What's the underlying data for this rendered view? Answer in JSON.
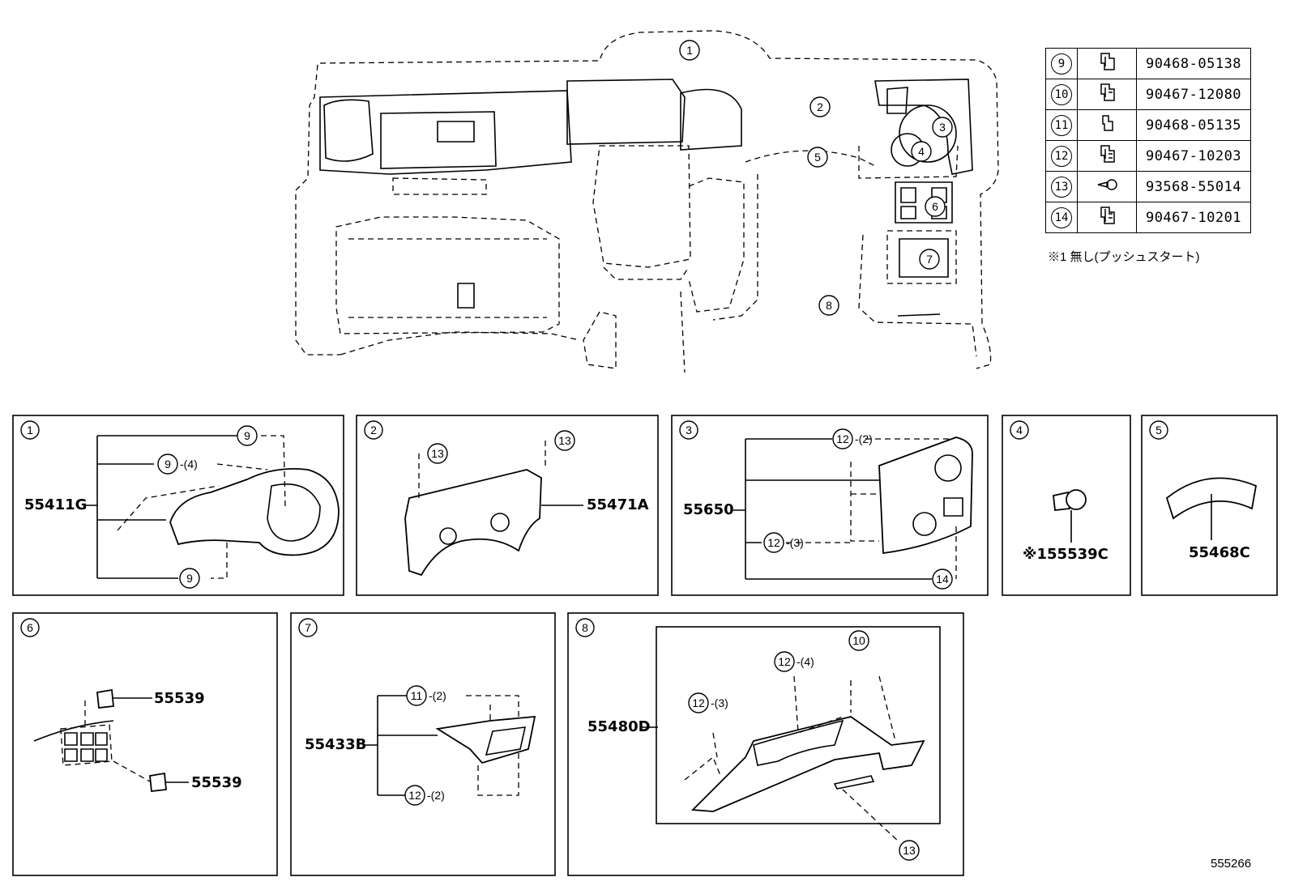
{
  "legend": [
    {
      "callout": "9",
      "icon": "clip-icon",
      "part_number": "90468-05138"
    },
    {
      "callout": "10",
      "icon": "clip-icon",
      "part_number": "90467-12080"
    },
    {
      "callout": "11",
      "icon": "clip-icon",
      "part_number": "90468-05135"
    },
    {
      "callout": "12",
      "icon": "clip-icon",
      "part_number": "90467-10203"
    },
    {
      "callout": "13",
      "icon": "screw-icon",
      "part_number": "93568-55014"
    },
    {
      "callout": "14",
      "icon": "clip-icon",
      "part_number": "90467-10201"
    }
  ],
  "note": "※1 無し(プッシュスタート)",
  "main_callouts": [
    "1",
    "2",
    "3",
    "4",
    "5",
    "6",
    "7",
    "8"
  ],
  "panels": [
    {
      "id": "1",
      "part": "55411G",
      "callouts": [
        "9",
        "9",
        "9"
      ],
      "qty": [
        "",
        "-(4)",
        ""
      ]
    },
    {
      "id": "2",
      "part": "55471A",
      "callouts": [
        "13",
        "13"
      ]
    },
    {
      "id": "3",
      "part": "55650",
      "callouts": [
        "12",
        "12",
        "14"
      ],
      "qty": [
        "-(2)",
        "-(3)",
        ""
      ]
    },
    {
      "id": "4",
      "part": "※155539C"
    },
    {
      "id": "5",
      "part": "55468C"
    },
    {
      "id": "6",
      "parts": [
        "55539",
        "55539"
      ]
    },
    {
      "id": "7",
      "part": "55433B",
      "callouts": [
        "11",
        "12"
      ],
      "qty": [
        "-(2)",
        "-(2)"
      ]
    },
    {
      "id": "8",
      "part": "55480D",
      "callouts": [
        "12",
        "12",
        "10",
        "13"
      ],
      "qty": [
        "-(4)",
        "-(3)",
        "",
        ""
      ]
    }
  ],
  "document_id": "555266"
}
